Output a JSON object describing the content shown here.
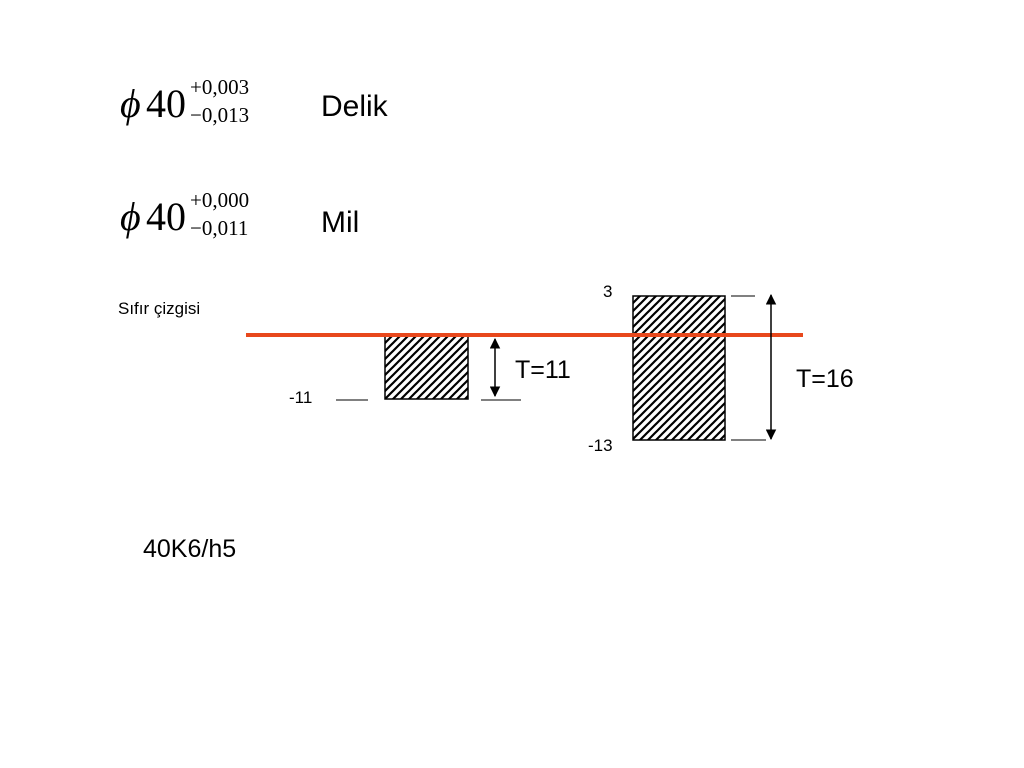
{
  "hole": {
    "nominal": "40",
    "upper_deviation": "+0,003",
    "lower_deviation": "−0,013",
    "label": "Delik"
  },
  "shaft": {
    "nominal": "40",
    "upper_deviation": "+0,000",
    "lower_deviation": "−0,011",
    "label": "Mil"
  },
  "diagram": {
    "zero_line_label": "Sıfır çizgisi",
    "zero_line_color": "#e8481c",
    "shaft_zone": {
      "upper": 0,
      "lower": -11,
      "lower_label": "-11",
      "tolerance_label": "T=11"
    },
    "hole_zone": {
      "upper": 3,
      "lower": -13,
      "upper_label": "3",
      "lower_label": "-13",
      "tolerance_label": "T=16"
    }
  },
  "fit_designation": "40K6/h5"
}
